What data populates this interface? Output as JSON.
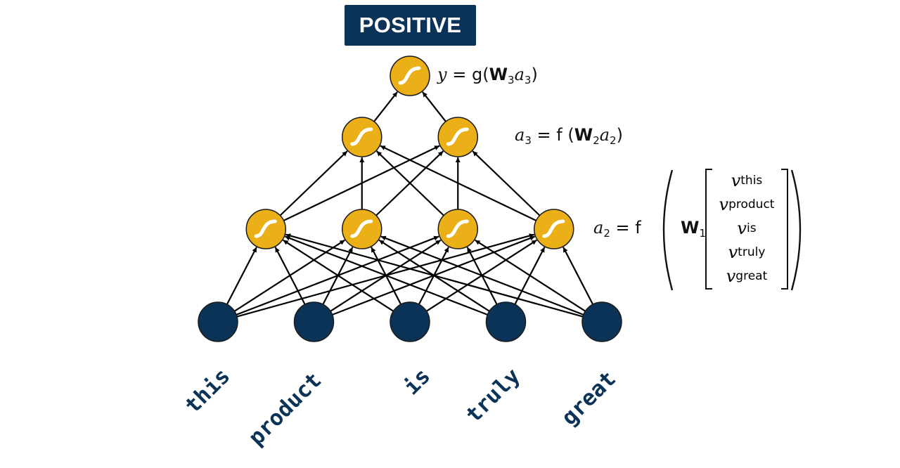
{
  "output_label": "POSITIVE",
  "colors": {
    "navy": "#0B3358",
    "sigmoid_fill": "#EBAF17",
    "edge": "#000000"
  },
  "network": {
    "layers": [
      {
        "name": "input",
        "size": 5,
        "node_type": "embedding"
      },
      {
        "name": "hidden-1",
        "size": 4,
        "node_type": "sigmoid"
      },
      {
        "name": "hidden-2",
        "size": 2,
        "node_type": "sigmoid"
      },
      {
        "name": "output",
        "size": 1,
        "node_type": "sigmoid"
      }
    ],
    "connectivity": "fully-connected"
  },
  "words": [
    "this",
    "product",
    "is",
    "truly",
    "great"
  ],
  "equations": {
    "output": {
      "lhs": "y",
      "eq": "=",
      "fn": "g",
      "weight": "W",
      "weight_sub": "3",
      "act": "a",
      "act_sub": "3"
    },
    "hidden2": {
      "lhs": "a",
      "lhs_sub": "3",
      "eq": "=",
      "fn": "f",
      "weight": "W",
      "weight_sub": "2",
      "act": "a",
      "act_sub": "2"
    },
    "hidden1": {
      "lhs": "a",
      "lhs_sub": "2",
      "eq": "=",
      "fn": "f",
      "weight": "W",
      "weight_sub": "1",
      "vector": [
        {
          "v": "v",
          "sub": "this"
        },
        {
          "v": "v",
          "sub": "product"
        },
        {
          "v": "v",
          "sub": "is"
        },
        {
          "v": "v",
          "sub": "truly"
        },
        {
          "v": "v",
          "sub": "great"
        }
      ]
    }
  }
}
